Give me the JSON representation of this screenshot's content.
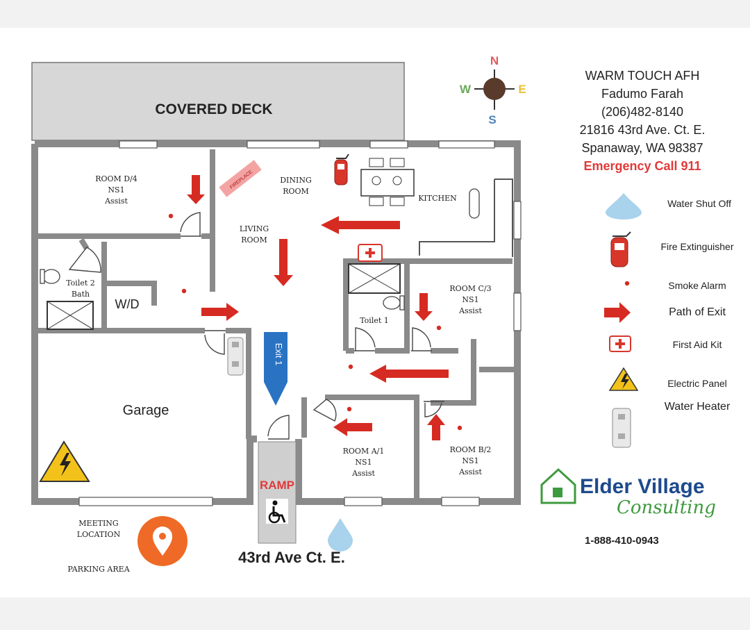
{
  "plan": {
    "covered_deck": "COVERED DECK",
    "fireplace": "FIREPLACE",
    "rooms": {
      "room_d": [
        "ROOM D/4",
        "NS1",
        "Assist"
      ],
      "room_c": [
        "ROOM C/3",
        "NS1",
        "Assist"
      ],
      "room_a": [
        "ROOM A/1",
        "NS1",
        "Assist"
      ],
      "room_b": [
        "ROOM B/2",
        "NS1",
        "Assist"
      ]
    },
    "dining": [
      "DINING",
      "ROOM"
    ],
    "living": [
      "LIVING",
      "ROOM"
    ],
    "kitchen": "KITCHEN",
    "toilet2": [
      "Toilet 2",
      "Bath"
    ],
    "toilet1": "Toilet 1",
    "wd": "W/D",
    "garage": "Garage",
    "exit": "Exit 1",
    "ramp": "RAMP",
    "street": "43rd Ave Ct. E.",
    "meeting": [
      "MEETING",
      "LOCATION"
    ],
    "parking": "PARKING AREA"
  },
  "compass": {
    "n": "N",
    "s": "S",
    "e": "E",
    "w": "W"
  },
  "info": {
    "name": "WARM TOUCH AFH",
    "owner": "Fadumo Farah",
    "phone": "(206)482-8140",
    "address1": "21816 43rd Ave. Ct. E.",
    "address2": "Spanaway, WA 98387",
    "emergency": "Emergency Call 911"
  },
  "legend": [
    {
      "icon": "water-drop-icon",
      "label": "Water Shut Off"
    },
    {
      "icon": "fire-extinguisher-icon",
      "label": "Fire Extinguisher"
    },
    {
      "icon": "smoke-alarm-icon",
      "label": "Smoke Alarm"
    },
    {
      "icon": "exit-arrow-icon",
      "label": "Path of Exit"
    },
    {
      "icon": "first-aid-icon",
      "label": "First Aid Kit"
    },
    {
      "icon": "electric-panel-icon",
      "label": "Electric Panel"
    },
    {
      "icon": "water-heater-icon",
      "label": "Water Heater"
    }
  ],
  "brand": {
    "name": "Elder Village",
    "sub": "Consulting",
    "phone": "1-888-410-0943"
  },
  "colors": {
    "wall": "#8a8a8a",
    "exit_arrow": "#d62b22",
    "exit_sign": "#2a73c2",
    "brand_blue": "#1d4a8c",
    "brand_green": "#3e9a3e",
    "pin": "#ef6a26",
    "danger": "#e03a3a"
  }
}
